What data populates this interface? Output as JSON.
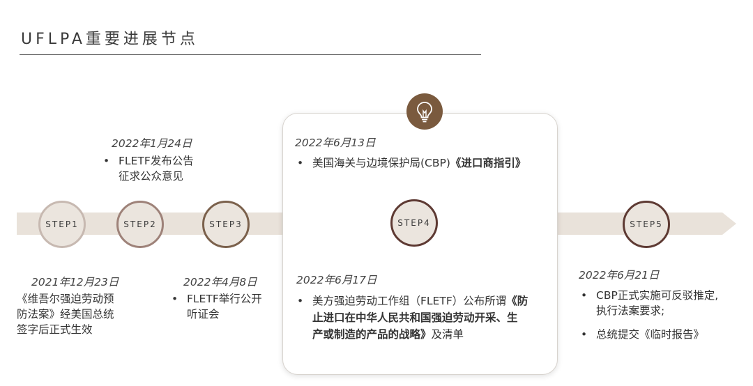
{
  "title": "UFLPA重要进展节点",
  "steps": [
    "STEP1",
    "STEP2",
    "STEP3",
    "STEP4",
    "STEP5"
  ],
  "step1": {
    "date": "2021年12月23日",
    "lines": [
      "《维吾尔强迫劳动预",
      "防法案》经美国总统",
      "签字后正式生效"
    ]
  },
  "step2": {
    "date": "2022年1月24日",
    "lines": [
      "FLETF发布公告",
      "征求公众意见"
    ]
  },
  "step3": {
    "date": "2022年4月8日",
    "lines": [
      "FLETF举行公开",
      "听证会"
    ]
  },
  "step4_top": {
    "date": "2022年6月13日",
    "text": "美国海关与边境保护局(CBP)",
    "bold": "《进口商指引》"
  },
  "step4_bottom": {
    "date": "2022年6月17日",
    "line1_text": "美方强迫劳动工作组（FLETF）公布所谓",
    "line1_bold": "《防",
    "line2_bold": "止进口在中华人民共和国强迫劳动开采、生",
    "line3_bold": "产或制造的产品的战略》",
    "line3_text": "及清单"
  },
  "step5": {
    "date": "2022年6月21日",
    "item1_lines": [
      "CBP正式实施可反驳推定,",
      "执行法案要求;"
    ],
    "item2": "总统提交《临时报告》"
  },
  "bullet_char": "•",
  "colors": {
    "arrow": "#e9e2da",
    "step1_ring": "#c7b9b1",
    "step2_ring": "#9e8279",
    "step3_ring": "#7b614c",
    "step4_ring": "#5e3a33",
    "step5_ring": "#5e3a33",
    "bulb": "#7a5a3e"
  },
  "icons": {
    "bulb": "lightbulb-icon"
  }
}
